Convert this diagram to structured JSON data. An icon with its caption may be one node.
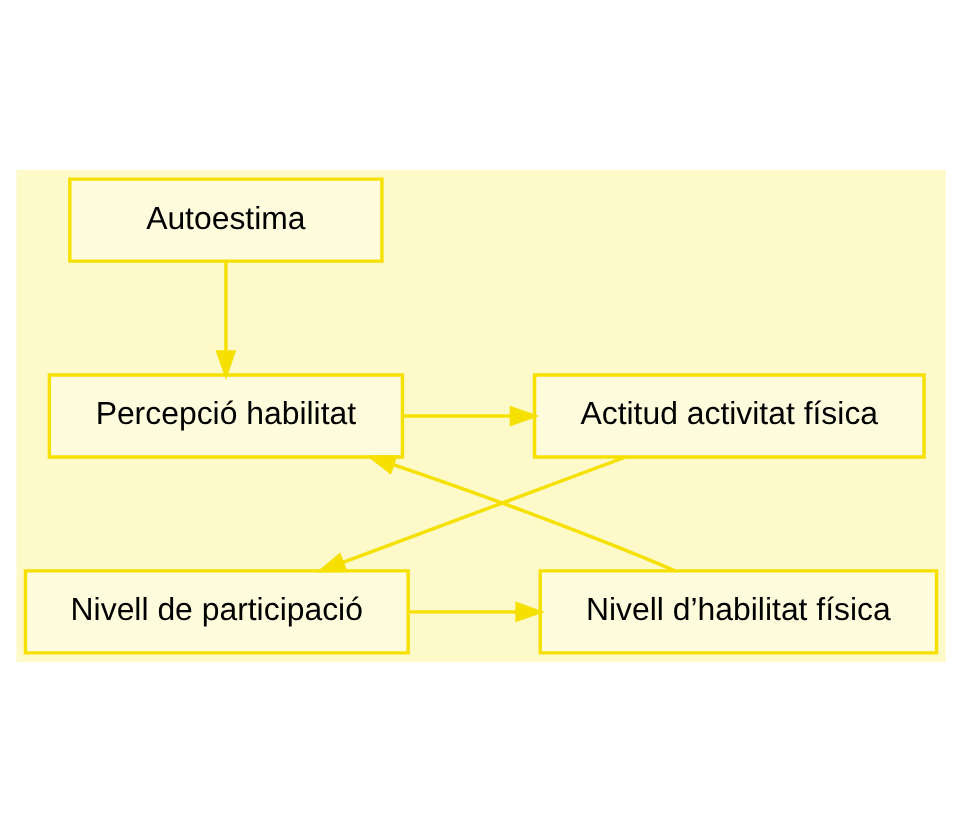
{
  "diagram": {
    "nodes": [
      {
        "text": [
          "Autoestima"
        ]
      },
      {
        "text": [
          "Percepció habilitat"
        ]
      },
      {
        "text": [
          "Actitud activitat física"
        ]
      },
      {
        "text": [
          "Nivell de participació"
        ]
      },
      {
        "text": [
          "Nivell d’habilitat física"
        ]
      }
    ],
    "edges": [
      {
        "from": 0,
        "to": 1,
        "arrow": "to"
      },
      {
        "from": 1,
        "to": 2,
        "arrow": "to"
      },
      {
        "from": 2,
        "to": 3,
        "arrow": "to"
      },
      {
        "from": 3,
        "to": 4,
        "arrow": "to"
      },
      {
        "from": 4,
        "to": 1,
        "arrow": "to"
      }
    ]
  }
}
